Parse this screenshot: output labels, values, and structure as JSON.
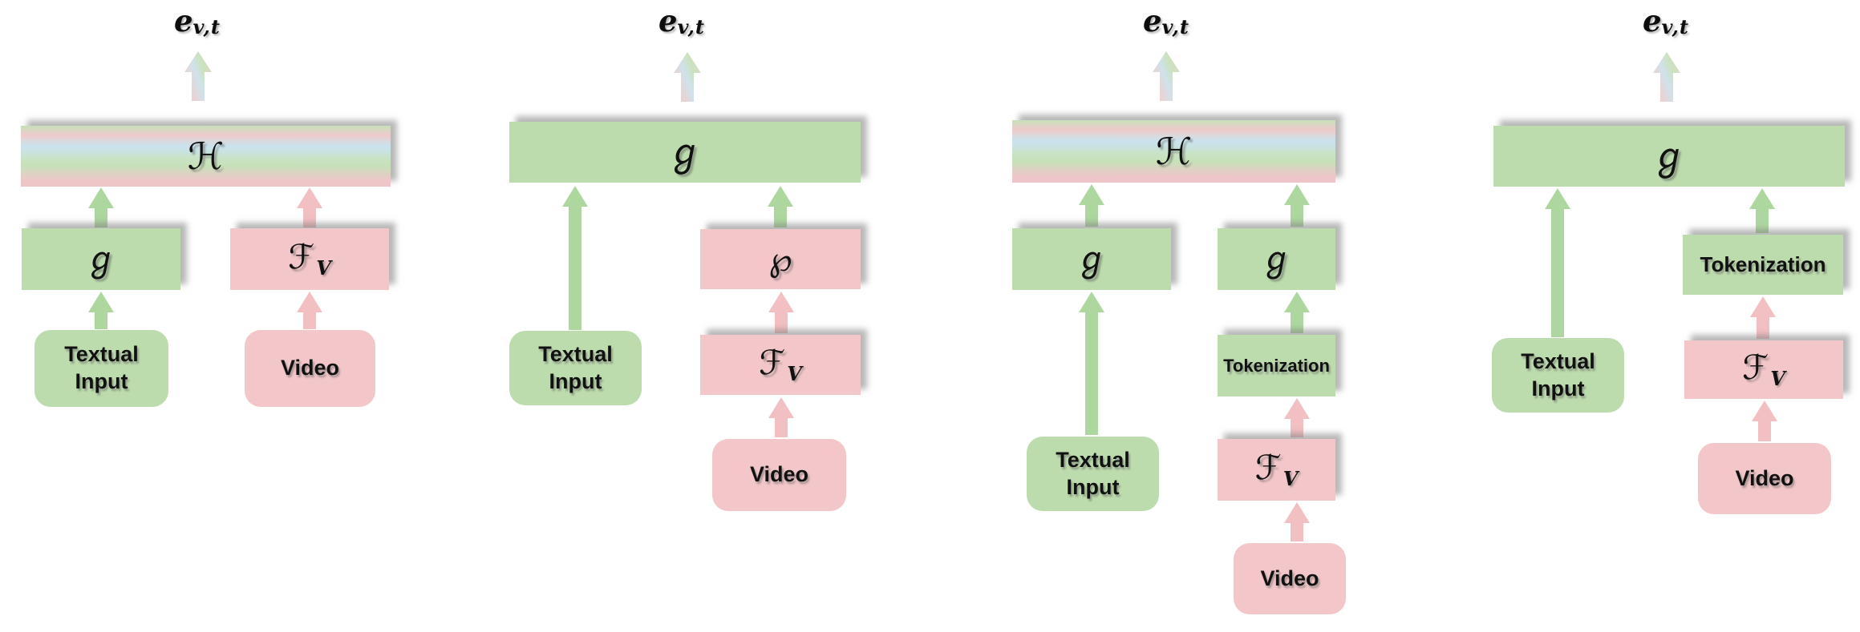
{
  "palette": {
    "background": "#ffffff",
    "box_green": "#bddcae",
    "box_pink": "#f3c7c9",
    "arrow_green": "#aed7a0",
    "arrow_pink": "#f2bfc2",
    "stripe_blue": "#cae2ee",
    "text": "#111111"
  },
  "output_embedding": {
    "base": "e",
    "subscript": "v,t"
  },
  "diagrams": {
    "d1": {
      "top": "ℋ",
      "text_encoder": "ℊ",
      "video_encoder": "ℱ",
      "video_encoder_sub": "V",
      "text_input": "Textual Input",
      "video_input": "Video"
    },
    "d2": {
      "top": "ℊ",
      "projection": "℘",
      "video_encoder": "ℱ",
      "video_encoder_sub": "V",
      "text_input": "Textual Input",
      "video_input": "Video"
    },
    "d3": {
      "top": "ℋ",
      "text_encoder": "ℊ",
      "video_encoder_top": "ℊ",
      "tokenization": "Tokenization",
      "video_feature_extractor": "ℱ",
      "video_feature_extractor_sub": "V",
      "text_input": "Textual Input",
      "video_input": "Video"
    },
    "d4": {
      "top": "ℊ",
      "tokenization": "Tokenization",
      "video_feature_extractor": "ℱ",
      "video_feature_extractor_sub": "V",
      "text_input": "Textual Input",
      "video_input": "Video"
    }
  }
}
